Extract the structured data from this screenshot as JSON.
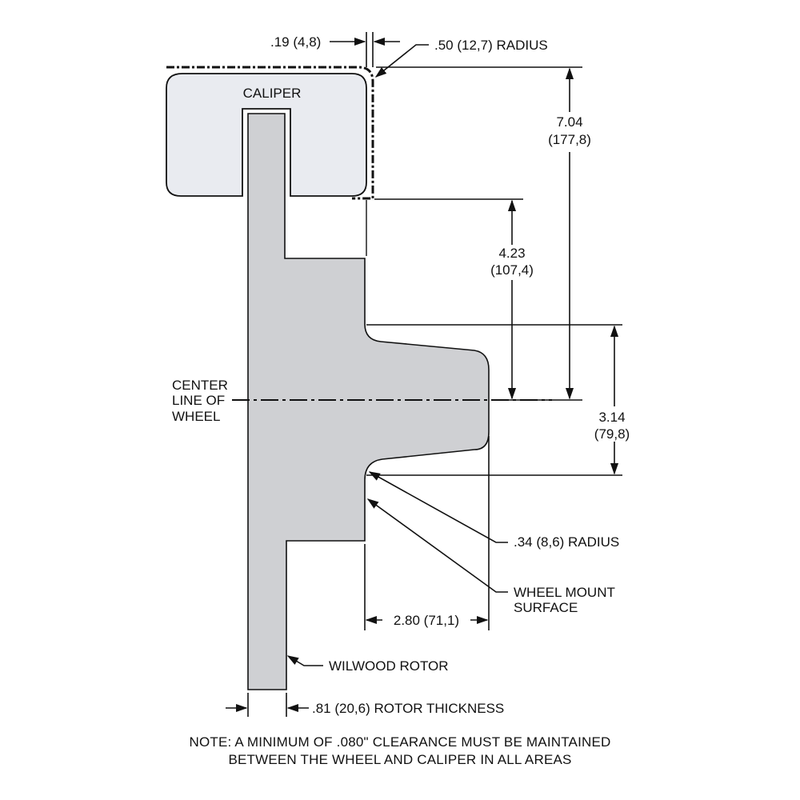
{
  "labels": {
    "caliper": "CALIPER",
    "center_line": [
      "CENTER",
      "LINE OF",
      "WHEEL"
    ],
    "wheel_mount": [
      "WHEEL MOUNT",
      "SURFACE"
    ],
    "rotor": "WILWOOD ROTOR"
  },
  "dimensions": {
    "offset_top": ".19 (4,8)",
    "top_radius": ".50 (12,7) RADIUS",
    "height_total": [
      "7.04",
      "(177,8)"
    ],
    "height_mid": [
      "4.23",
      "(107,4)"
    ],
    "height_hub": [
      "3.14",
      "(79,8)"
    ],
    "fillet_radius": ".34 (8,6) RADIUS",
    "mount_depth": "2.80 (71,1)",
    "rotor_thickness": ".81 (20,6) ROTOR THICKNESS"
  },
  "note": {
    "line1": "NOTE: A MINIMUM OF .080\" CLEARANCE MUST BE MAINTAINED",
    "line2": "BETWEEN THE WHEEL AND CALIPER IN ALL AREAS"
  },
  "colors": {
    "caliper_fill": "#e9ebf0",
    "hub_fill": "#cfd0d3",
    "line": "#111111"
  }
}
